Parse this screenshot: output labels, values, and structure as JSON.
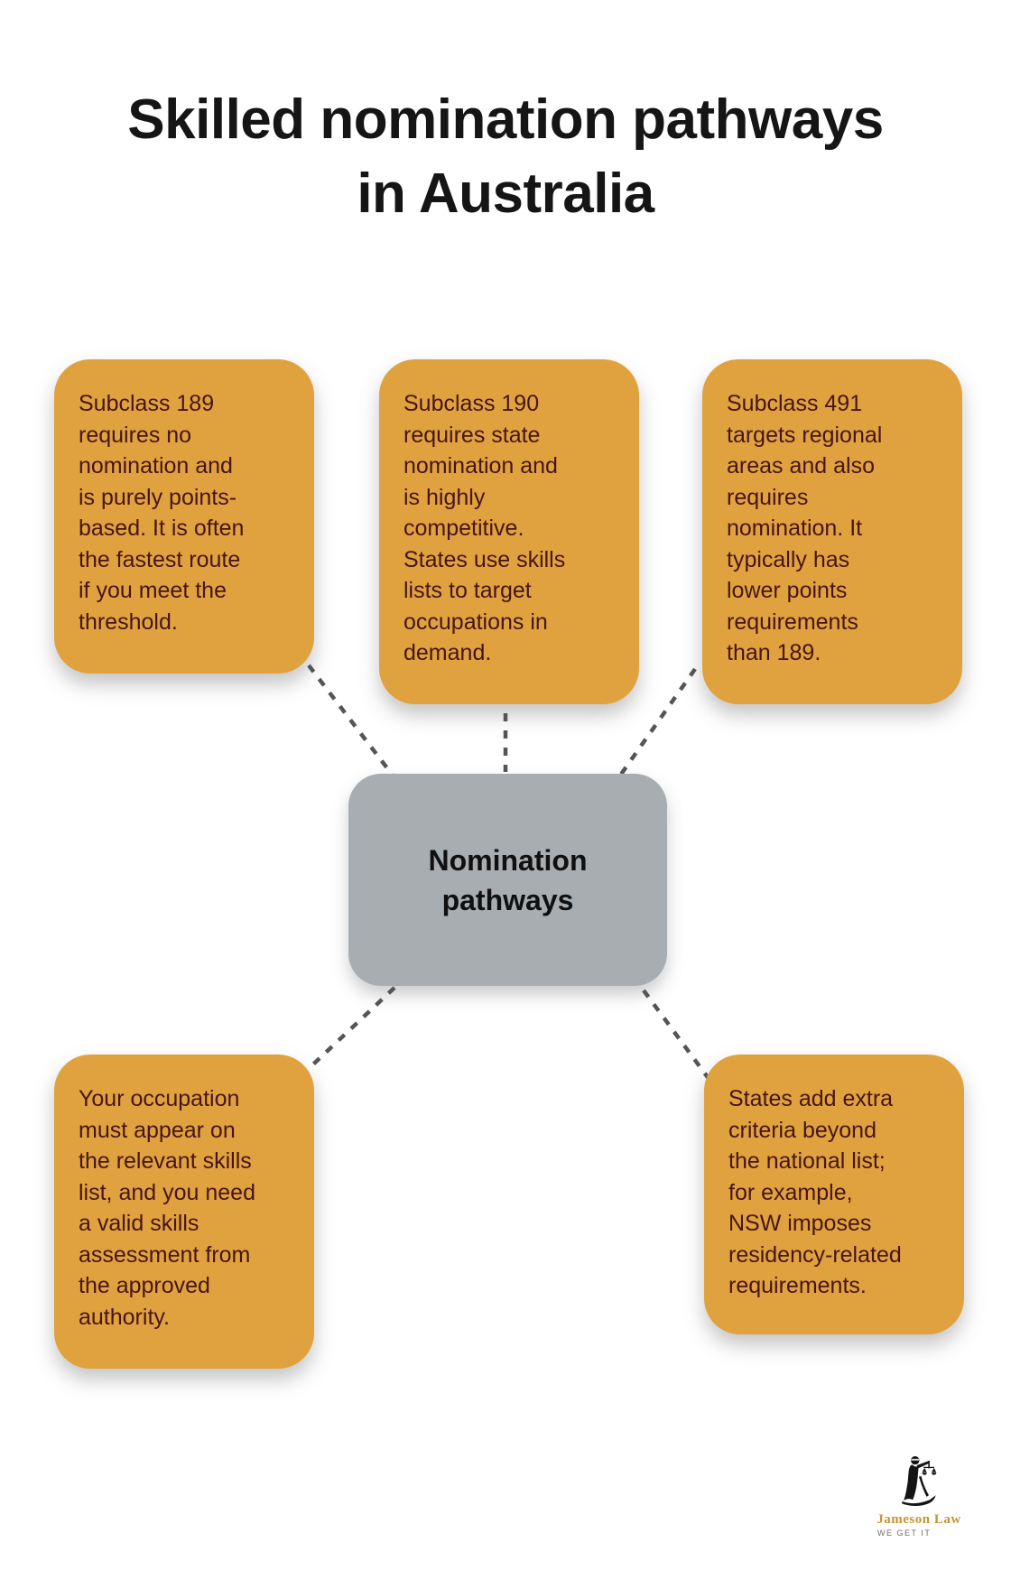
{
  "title": "Skilled nomination pathways\nin Australia",
  "center": {
    "label": "Nomination\npathways"
  },
  "nodes": [
    {
      "id": "subclass-189",
      "text": "Subclass 189\nrequires no\nnomination and\nis purely points-\nbased. It is often\nthe fastest route\nif you meet the\nthreshold."
    },
    {
      "id": "subclass-190",
      "text": "Subclass 190\nrequires state\nnomination and\nis highly\ncompetitive.\nStates use skills\nlists to target\noccupations in\ndemand."
    },
    {
      "id": "subclass-491",
      "text": "Subclass 491\ntargets regional\nareas and also\nrequires\nnomination. It\ntypically has\nlower points\nrequirements\nthan 189."
    },
    {
      "id": "occupation-skills",
      "text": "Your occupation\nmust appear on\nthe relevant skills\nlist, and you need\na valid skills\nassessment from\nthe approved\nauthority."
    },
    {
      "id": "state-criteria",
      "text": "States add extra\ncriteria beyond\nthe national list;\nfor example,\nNSW imposes\nresidency-related\nrequirements."
    }
  ],
  "logo": {
    "name": "Jameson Law",
    "tagline": "WE GET IT",
    "icon": "lady-justice-icon"
  },
  "colors": {
    "accent": "#E0A23E",
    "node_gray": "#A8ADB2",
    "box_text": "#471419",
    "dash": "#555555",
    "logo_gold": "#C49533"
  }
}
